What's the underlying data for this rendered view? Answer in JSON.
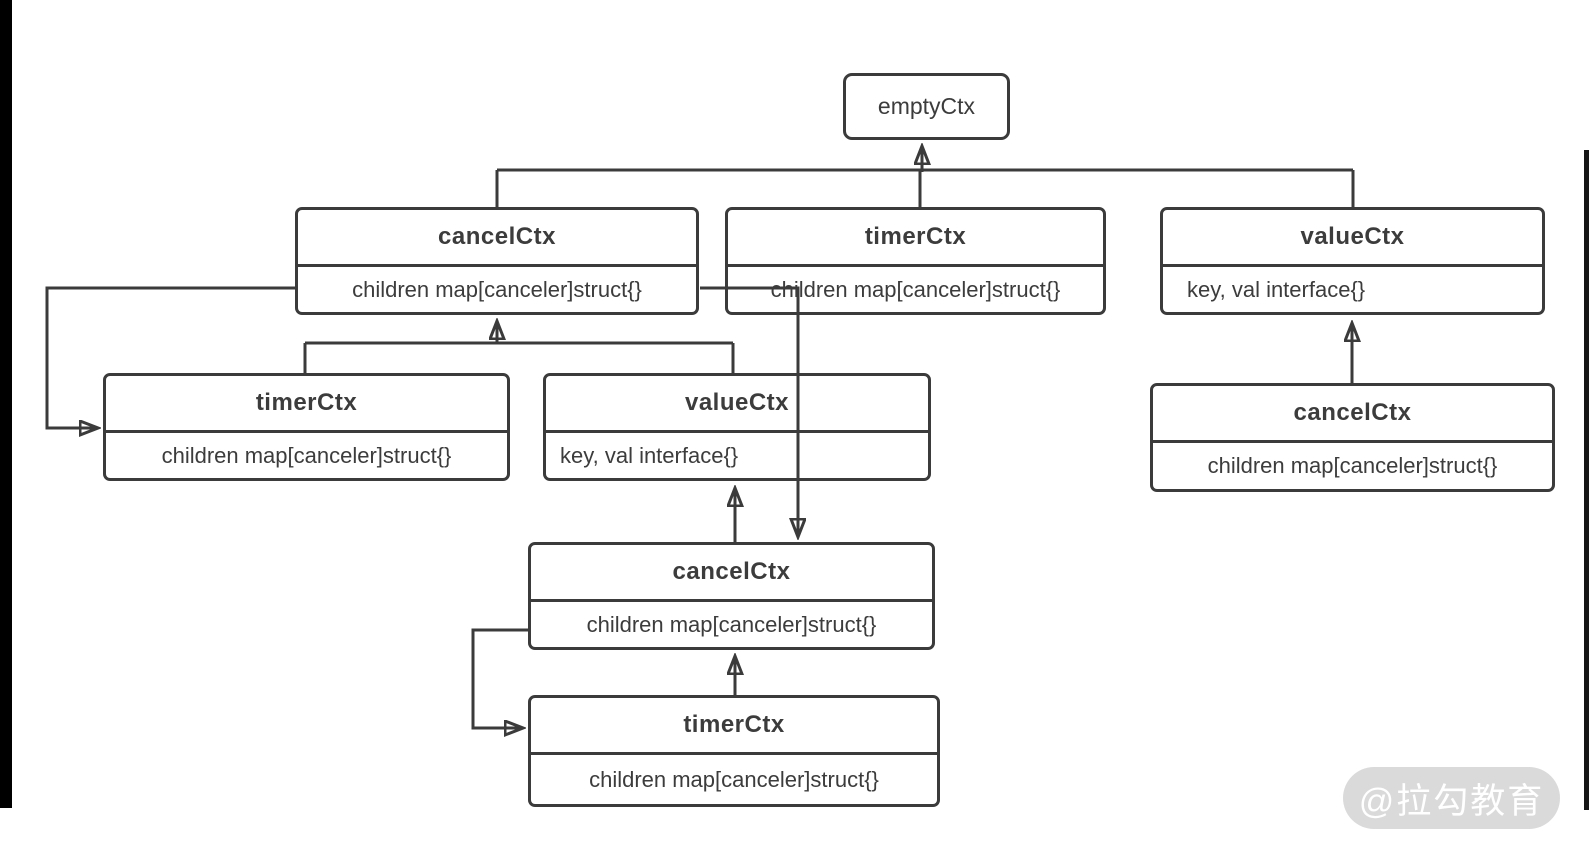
{
  "diagram": {
    "nodes": {
      "empty": {
        "title": "emptyCtx"
      },
      "cancel1": {
        "title": "cancelCtx",
        "body": "children map[canceler]struct{}"
      },
      "timer1": {
        "title": "timerCtx",
        "body": "children map[canceler]struct{}"
      },
      "value1": {
        "title": "valueCtx",
        "body": "key, val interface{}"
      },
      "timer2": {
        "title": "timerCtx",
        "body": "children map[canceler]struct{}"
      },
      "value2": {
        "title": "valueCtx",
        "body": "key, val interface{}"
      },
      "cancel2": {
        "title": "cancelCtx",
        "body": "children map[canceler]struct{}"
      },
      "timer3": {
        "title": "timerCtx",
        "body": "children map[canceler]struct{}"
      },
      "cancel3": {
        "title": "cancelCtx",
        "body": "children map[canceler]struct{}"
      }
    },
    "edges": [
      {
        "from": "cancelCtx-row2",
        "to": "emptyCtx"
      },
      {
        "from": "timerCtx-row2",
        "to": "emptyCtx"
      },
      {
        "from": "valueCtx-row2",
        "to": "emptyCtx"
      },
      {
        "from": "timerCtx-row3",
        "to": "cancelCtx-row2"
      },
      {
        "from": "valueCtx-row3",
        "to": "cancelCtx-row2"
      },
      {
        "from": "cancelCtx-row2",
        "to": "timerCtx-row3-left"
      },
      {
        "from": "cancelCtx-row2",
        "to": "cancelCtx-row4-down"
      },
      {
        "from": "cancelCtx-row4",
        "to": "valueCtx-row3"
      },
      {
        "from": "cancelCtx-row4",
        "to": "timerCtx-row5-left"
      },
      {
        "from": "timerCtx-row5",
        "to": "cancelCtx-row4"
      },
      {
        "from": "cancelCtx-right",
        "to": "valueCtx-row2"
      }
    ],
    "watermark": {
      "label": "@拉勾教育"
    },
    "colors": {
      "line": "#3b3b3b",
      "text": "#3c3c3c",
      "watermark_bg": "#d6d6d6",
      "watermark_text": "#ffffff",
      "sidebar_black": "#000000"
    }
  }
}
